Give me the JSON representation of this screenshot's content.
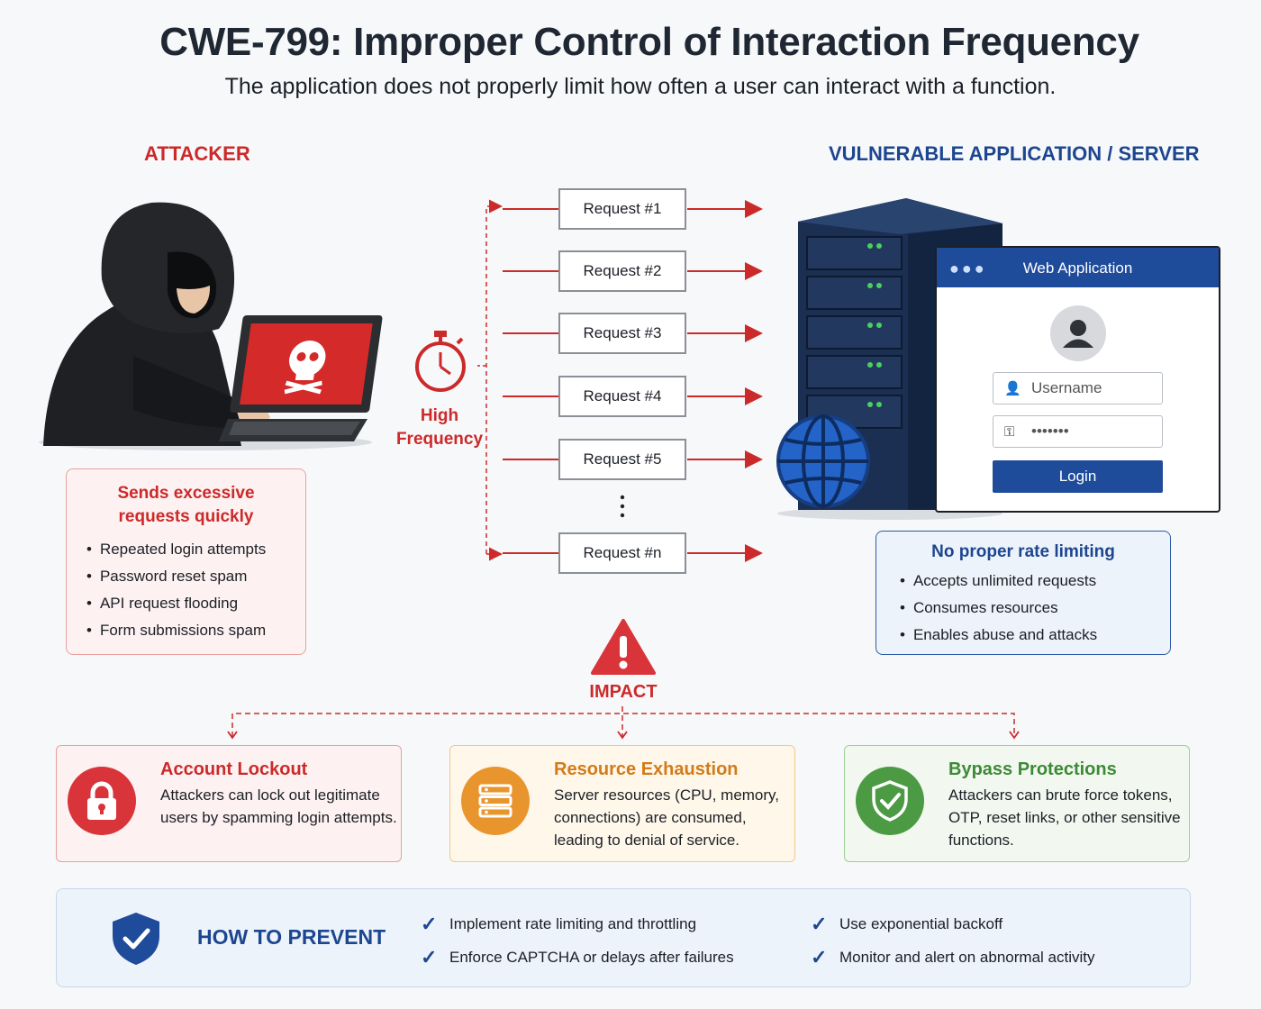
{
  "header": {
    "title": "CWE-799: Improper Control of Interaction Frequency",
    "subtitle": "The application does not properly limit how often a user can interact with a function."
  },
  "attacker": {
    "heading": "ATTACKER",
    "card_title": "Sends excessive requests quickly",
    "items": [
      "Repeated login attempts",
      "Password reset spam",
      "API request flooding",
      "Form submissions spam"
    ]
  },
  "frequency": {
    "label": "High Frequency",
    "icon": "stopwatch-icon"
  },
  "requests": [
    "Request #1",
    "Request #2",
    "Request #3",
    "Request #4",
    "Request #5",
    "Request #n"
  ],
  "server": {
    "heading": "VULNERABLE APPLICATION / SERVER",
    "webapp_title": "Web Application",
    "username_placeholder": "Username",
    "password_mask": "•••••••",
    "login_label": "Login",
    "card_title": "No proper rate limiting",
    "items": [
      "Accepts unlimited requests",
      "Consumes resources",
      "Enables abuse and attacks"
    ]
  },
  "impact": {
    "label": "IMPACT",
    "cards": [
      {
        "title": "Account Lockout",
        "desc": "Attackers can lock out legitimate users by spamming login attempts.",
        "icon": "lock-icon"
      },
      {
        "title": "Resource Exhaustion",
        "desc": "Server resources (CPU, memory, connections) are consumed, leading to denial of service.",
        "icon": "server-icon"
      },
      {
        "title": "Bypass Protections",
        "desc": "Attackers can brute force tokens, OTP, reset links, or other sensitive functions.",
        "icon": "shield-check-icon"
      }
    ]
  },
  "prevent": {
    "heading": "HOW TO PREVENT",
    "items": [
      "Implement rate limiting and throttling",
      "Enforce CAPTCHA or delays after failures",
      "Use exponential backoff",
      "Monitor and alert on abnormal activity"
    ]
  },
  "colors": {
    "attacker_red": "#cc2a2a",
    "server_blue": "#1d4690",
    "orange": "#e9952e",
    "green": "#4c9a44"
  }
}
